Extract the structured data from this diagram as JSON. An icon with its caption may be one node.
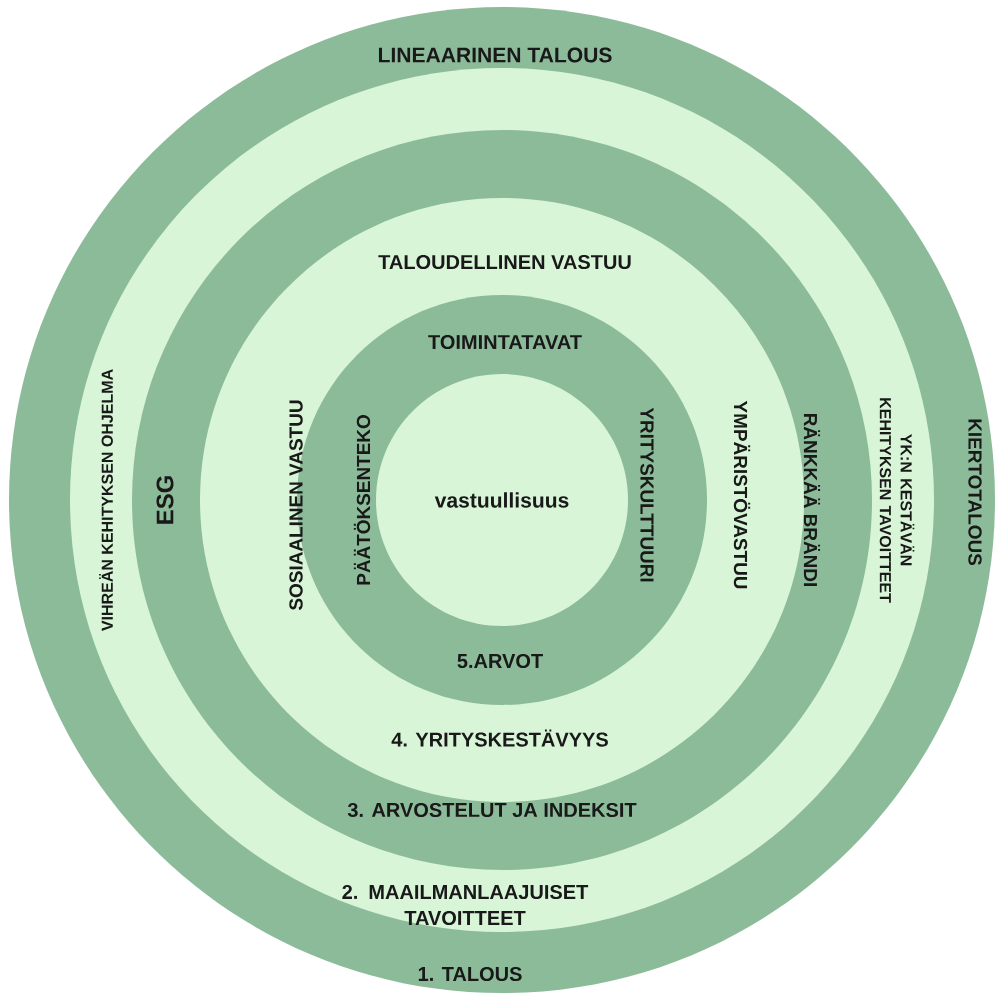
{
  "diagram": {
    "nodes": [
      {
        "text": [
          "LINEAARINEN TALOUS",
          "KIERTOTALOUS",
          "1. TALOUS"
        ]
      },
      {
        "text": [
          "VIHREÄN KEHITYKSEN OHJELMA",
          "YK:N KESTÄVÄN KEHITYKSEN TAVOITTEET",
          "2. MAAILMANLAAJUISET TAVOITTEET"
        ],
        "in": 0
      },
      {
        "text": [
          "ESG",
          "RÄNKKÄÄ BRÄNDI",
          "3. ARVOSTELUT JA INDEKSIT"
        ],
        "in": 1
      },
      {
        "text": [
          "TALOUDELLINEN VASTUU",
          "SOSIAALINEN VASTUU",
          "YMPÄRISTÖVASTUU",
          "4. YRITYSKESTÄVYYS"
        ],
        "in": 2
      },
      {
        "text": [
          "TOIMINTATAVAT",
          "PÄÄTÖKSENTEKO",
          "YRITYSKULTTUURI",
          "5.ARVOT"
        ],
        "in": 3
      },
      {
        "text": [
          "vastuullisuus"
        ],
        "in": 4
      }
    ]
  }
}
